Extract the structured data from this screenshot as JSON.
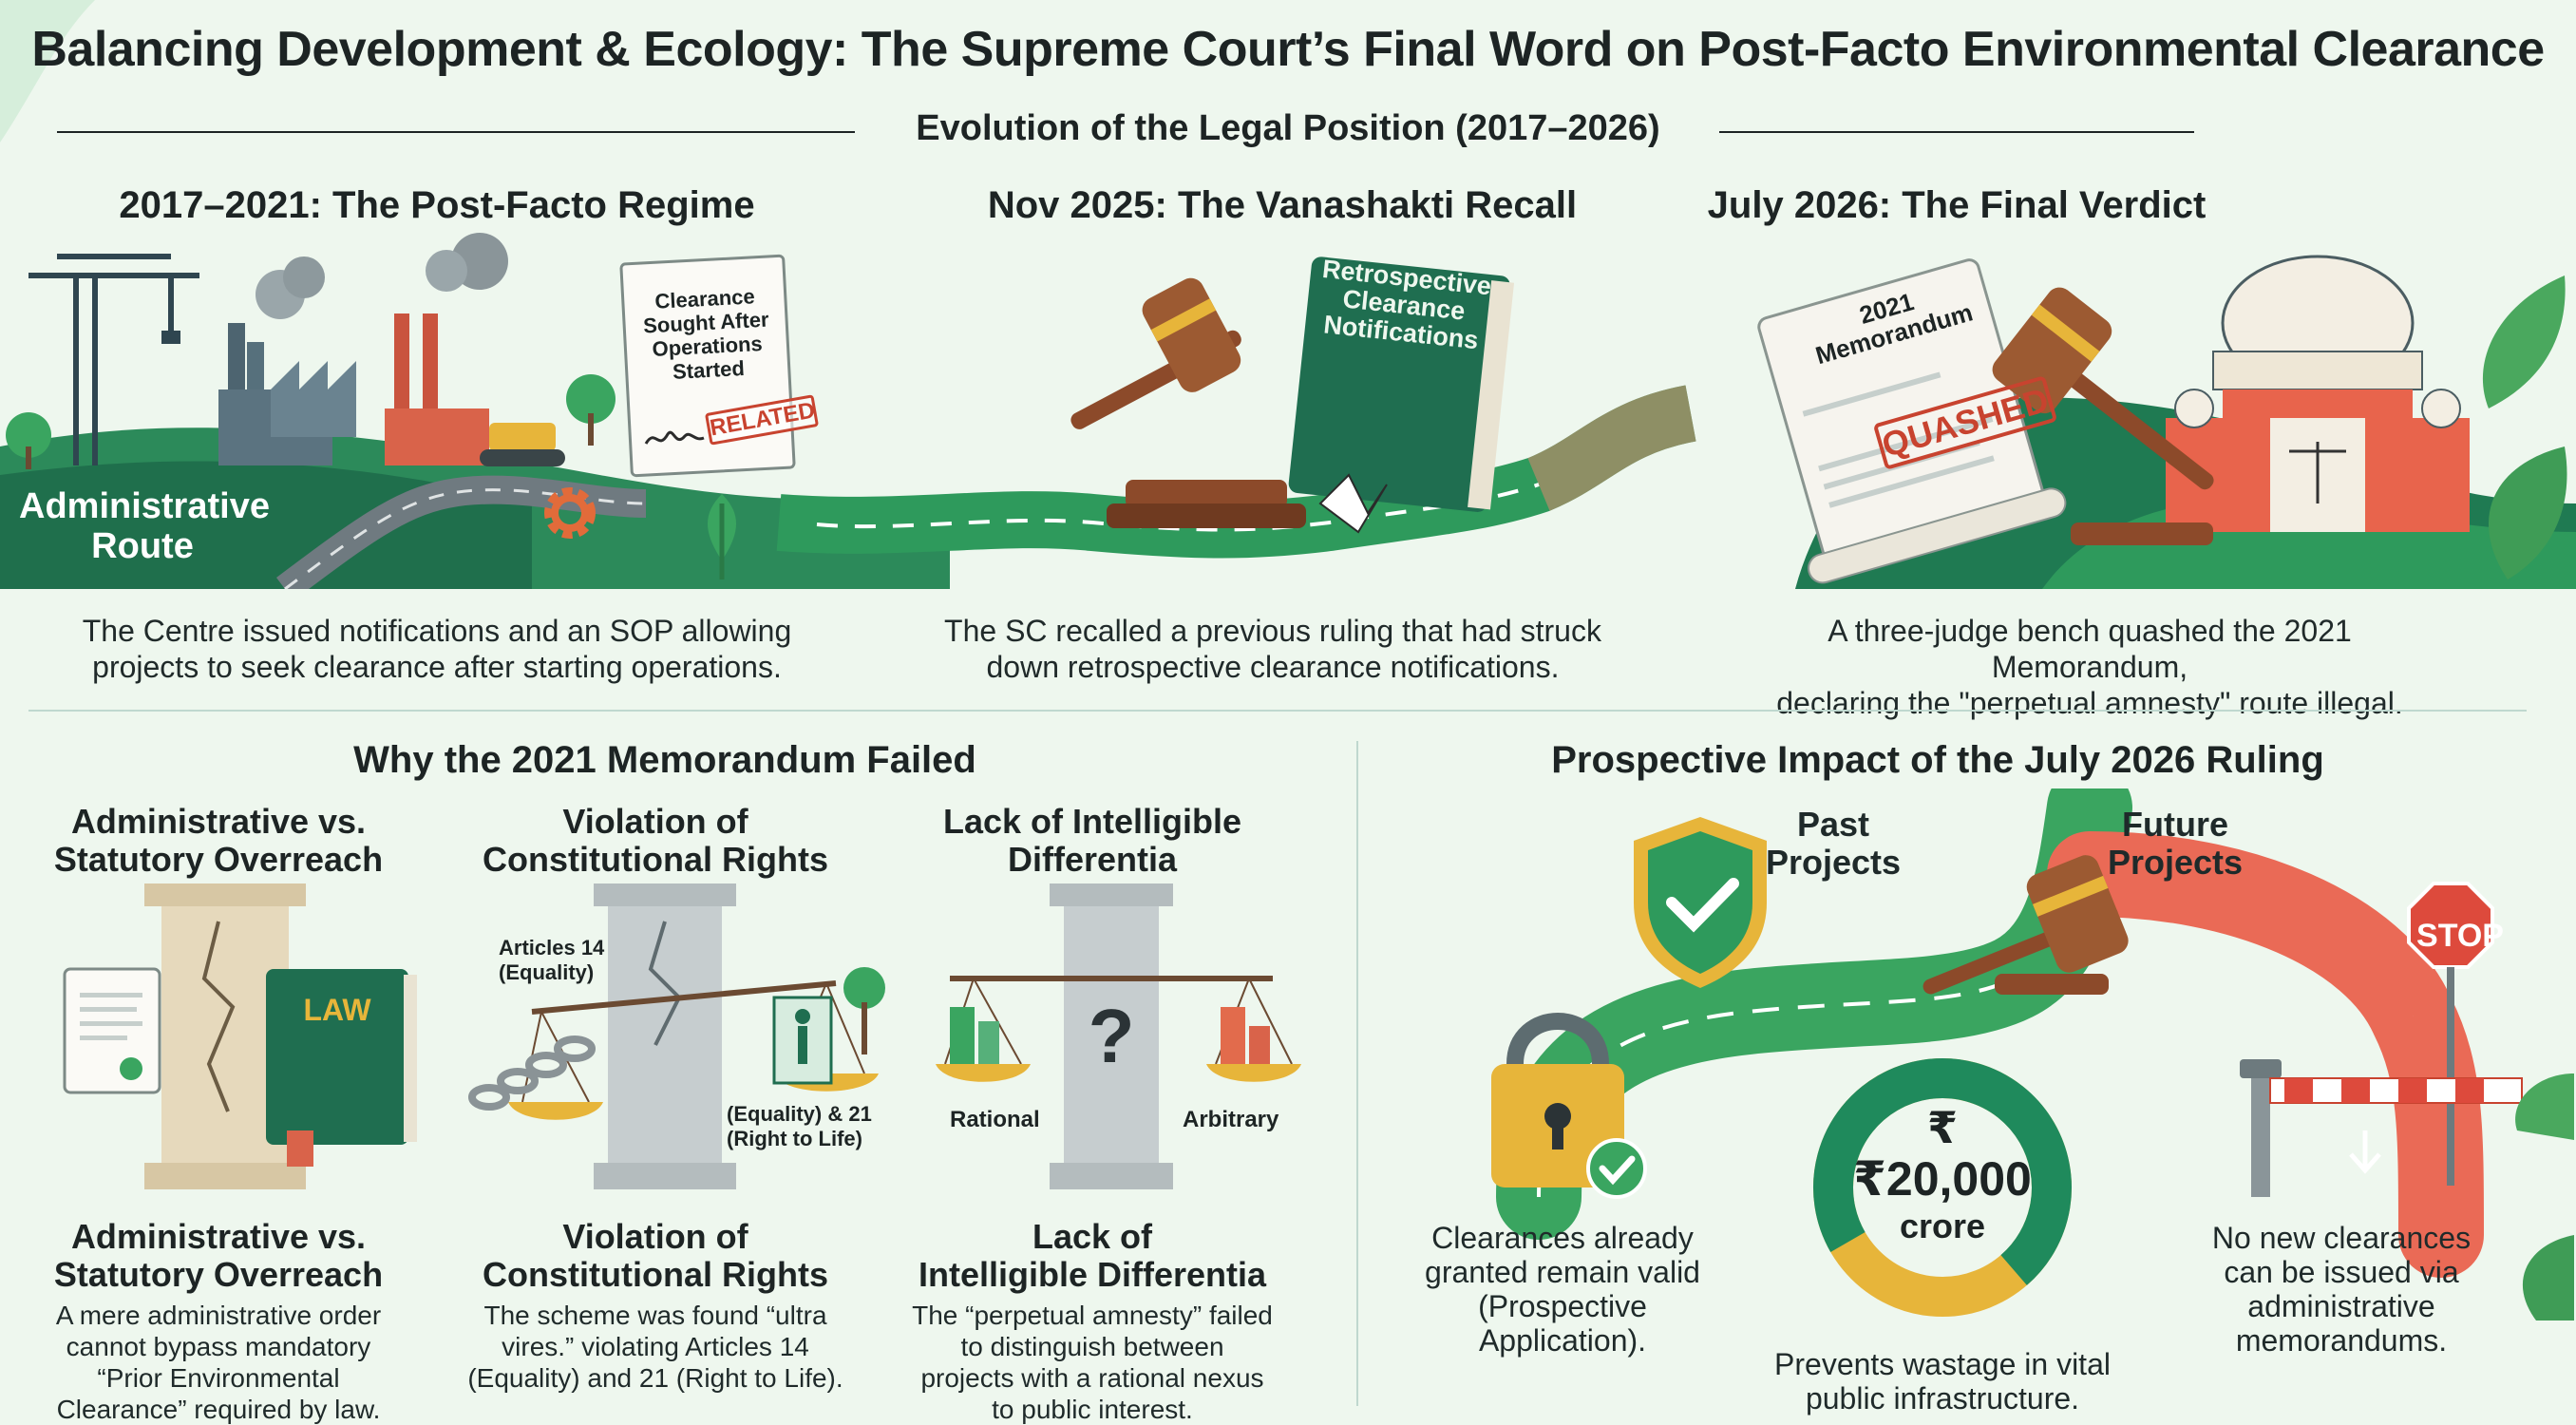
{
  "header": {
    "title": "Balancing Development & Ecology: The Supreme Court’s Final Word on Post-Facto Environmental Clearance",
    "subtitle": "Evolution of the Legal Position (2017–2026)"
  },
  "timeline": [
    {
      "title": "2017–2021: The Post-Facto Regime",
      "doc_text": "Clearance Sought After Operations Started",
      "stamp": "RELATED",
      "route_label": "Administrative Route",
      "desc_lines": [
        "The Centre issued notifications and an SOP allowing",
        "projects to seek clearance after starting operations."
      ]
    },
    {
      "title": "Nov 2025: The Vanashakti Recall",
      "book_text": "Retrospective Clearance Notifications",
      "desc_lines": [
        "The SC recalled a previous ruling that had struck",
        "down retrospective clearance notifications."
      ]
    },
    {
      "title": "July 2026: The Final Verdict",
      "scroll_title": "2021 Memorandum",
      "stamp": "QUASHED",
      "desc_lines": [
        "A three-judge bench quashed the 2021 Memorandum,",
        "declaring the \"perpetual amnesty\" route illegal."
      ]
    }
  ],
  "why_failed": {
    "title": "Why the 2021 Memorandum Failed",
    "columns": [
      {
        "head": [
          "Administrative vs.",
          "Statutory Overreach"
        ],
        "book_label": "LAW",
        "sub": [
          "Administrative vs.",
          "Statutory Overreach"
        ],
        "desc_lines": [
          "A mere administrative order",
          "cannot bypass mandatory",
          "“Prior Environmental",
          "Clearance” required by law."
        ]
      },
      {
        "head": [
          "Violation of",
          "Constitutional Rights"
        ],
        "label_left": [
          "Articles 14",
          "(Equality)"
        ],
        "label_right": [
          "(Equality) & 21",
          "(Right to Life)"
        ],
        "sub": [
          "Violation of",
          "Constitutional Rights"
        ],
        "desc_lines": [
          "The scheme was found “ultra",
          "vires.” violating Articles 14",
          "(Equality) and 21 (Right to Life)."
        ]
      },
      {
        "head": [
          "Lack of Intelligible",
          "Differentia"
        ],
        "label_left": "Rational",
        "label_right": "Arbitrary",
        "mark": "?",
        "sub": [
          "Lack of",
          "Intelligible Differentia"
        ],
        "desc_lines": [
          "The “perpetual amnesty” failed",
          "to distinguish between",
          "projects with a rational nexus",
          "to public interest."
        ]
      }
    ]
  },
  "impact": {
    "title": "Prospective Impact of the July 2026 Ruling",
    "past_label": [
      "Past",
      "Projects"
    ],
    "future_label": [
      "Future",
      "Projects"
    ],
    "stop": "STOP",
    "currency_symbol": "₹",
    "amount": "₹20,000",
    "unit": "crore",
    "past_desc": [
      "Clearances already",
      "granted remain valid",
      "(Prospective",
      "Application)."
    ],
    "center_desc": [
      "Prevents wastage in vital",
      "public infrastructure."
    ],
    "future_desc": [
      "No new clearances",
      "can be issued via",
      "administrative",
      "memorandums."
    ]
  },
  "colors": {
    "green": "#2e9a5c",
    "teal": "#1f7a62",
    "red": "#e5664f",
    "gold": "#e7b53a",
    "wood": "#8c4a2a"
  }
}
